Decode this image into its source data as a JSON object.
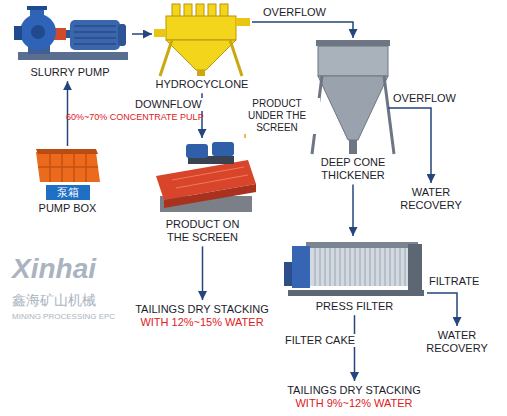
{
  "diagram": {
    "nodes": [
      {
        "text": [
          "SLURRY PUMP"
        ]
      },
      {
        "text": [
          "HYDROCYCLONE"
        ]
      },
      {
        "text": [
          "PUMP BOX"
        ]
      },
      {
        "text": [
          "泵箱"
        ],
        "in": 2
      },
      {
        "text": [
          "PRODUCT ON THE SCREEN"
        ]
      },
      {
        "text": [
          "DEEP CONE THICKENER"
        ]
      },
      {
        "text": [
          "WATER RECOVERY"
        ]
      },
      {
        "text": [
          "PRESS FILTER"
        ]
      },
      {
        "text": [
          "WATER RECOVERY"
        ]
      },
      {
        "text": [
          "TAILINGS DRY STACKING",
          "WITH 12%~15% WATER"
        ]
      },
      {
        "text": [
          "TAILINGS DRY STACKING",
          "WITH 9%~12% WATER"
        ]
      }
    ],
    "edges": [
      {
        "from": 2,
        "to": 0,
        "arrow": "to"
      },
      {
        "from": 0,
        "to": 1,
        "arrow": "to"
      },
      {
        "from": 1,
        "to": 5,
        "label": "OVERFLOW",
        "arrow": "to"
      },
      {
        "from": 1,
        "to": 4,
        "label": "DOWNFLOW",
        "arrow": "to"
      },
      {
        "from": 4,
        "to": 5,
        "label": "PRODUCT UNDER THE SCREEN",
        "arrow": "to"
      },
      {
        "from": 5,
        "to": 6,
        "label": "OVERFLOW",
        "arrow": "to"
      },
      {
        "from": 5,
        "to": 7,
        "arrow": "to"
      },
      {
        "from": 7,
        "to": 8,
        "label": "FILTRATE",
        "arrow": "to"
      },
      {
        "from": 7,
        "to": 10,
        "label": "FILTER CAKE",
        "arrow": "to"
      },
      {
        "from": 4,
        "to": 9,
        "arrow": "to"
      }
    ],
    "labels": [
      "60%~70% CONCENTRATE PULP",
      "Xinhai",
      "鑫海矿山机械",
      "MINING PROCESSING EPC"
    ]
  }
}
